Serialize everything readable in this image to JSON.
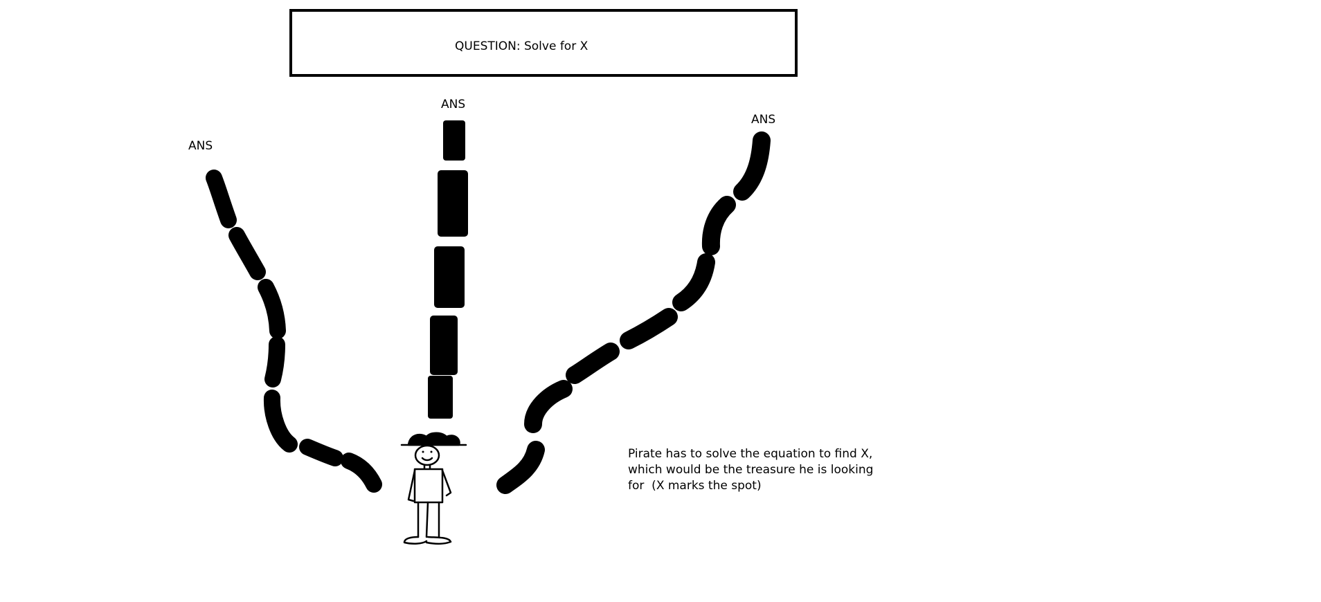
{
  "question": {
    "text": "QUESTION: Solve for X"
  },
  "paths": {
    "left_label": "ANS",
    "middle_label": "ANS",
    "right_label": "ANS"
  },
  "note": {
    "lines": [
      "Pirate has to solve the equation to find X,",
      "which would be the treasure he is looking",
      "for  (X marks the spot)"
    ]
  },
  "colors": {
    "ink": "#000000",
    "background": "#ffffff"
  },
  "icons": {
    "character": "pirate-figure"
  }
}
